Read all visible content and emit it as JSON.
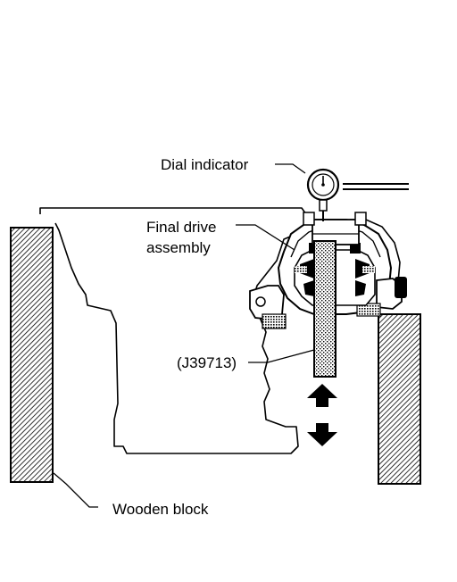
{
  "labels": {
    "dial_indicator": "Dial indicator",
    "final_drive_line1": "Final drive",
    "final_drive_line2": "assembly",
    "tool": "(J39713)",
    "wooden_block": "Wooden block"
  }
}
